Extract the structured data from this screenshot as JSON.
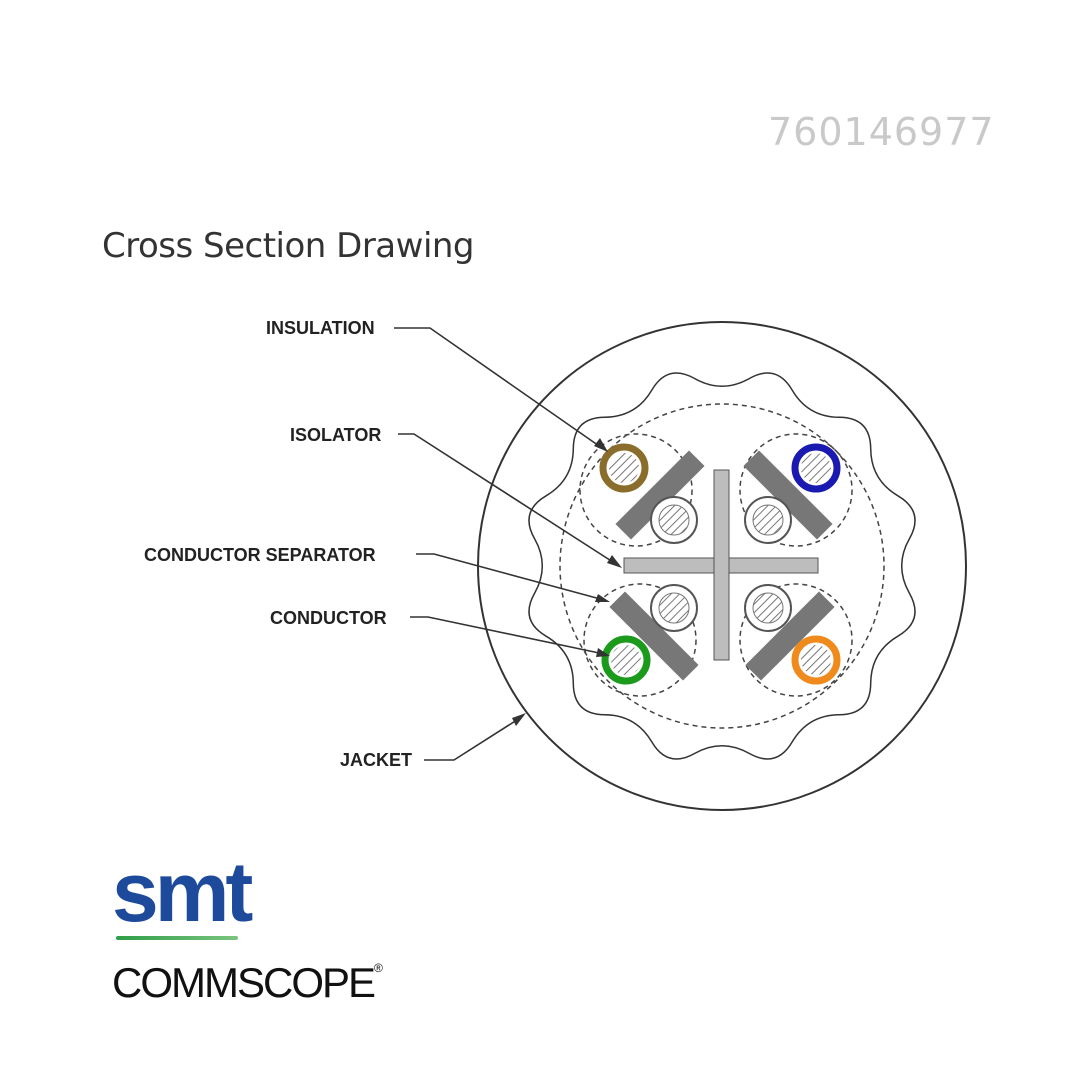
{
  "part_number": "760146977",
  "title": "Cross Section Drawing",
  "labels": {
    "insulation": "INSULATION",
    "isolator": "ISOLATOR",
    "conductor_separator": "CONDUCTOR SEPARATOR",
    "conductor": "CONDUCTOR",
    "jacket": "JACKET"
  },
  "pair_colors": {
    "brown": "#8a6d2a",
    "blue": "#1a1ab0",
    "green": "#1c9a1c",
    "orange": "#f08a1c"
  },
  "brand": {
    "smt": "smt",
    "commscope": "COMMSCOPE",
    "registered": "®"
  }
}
